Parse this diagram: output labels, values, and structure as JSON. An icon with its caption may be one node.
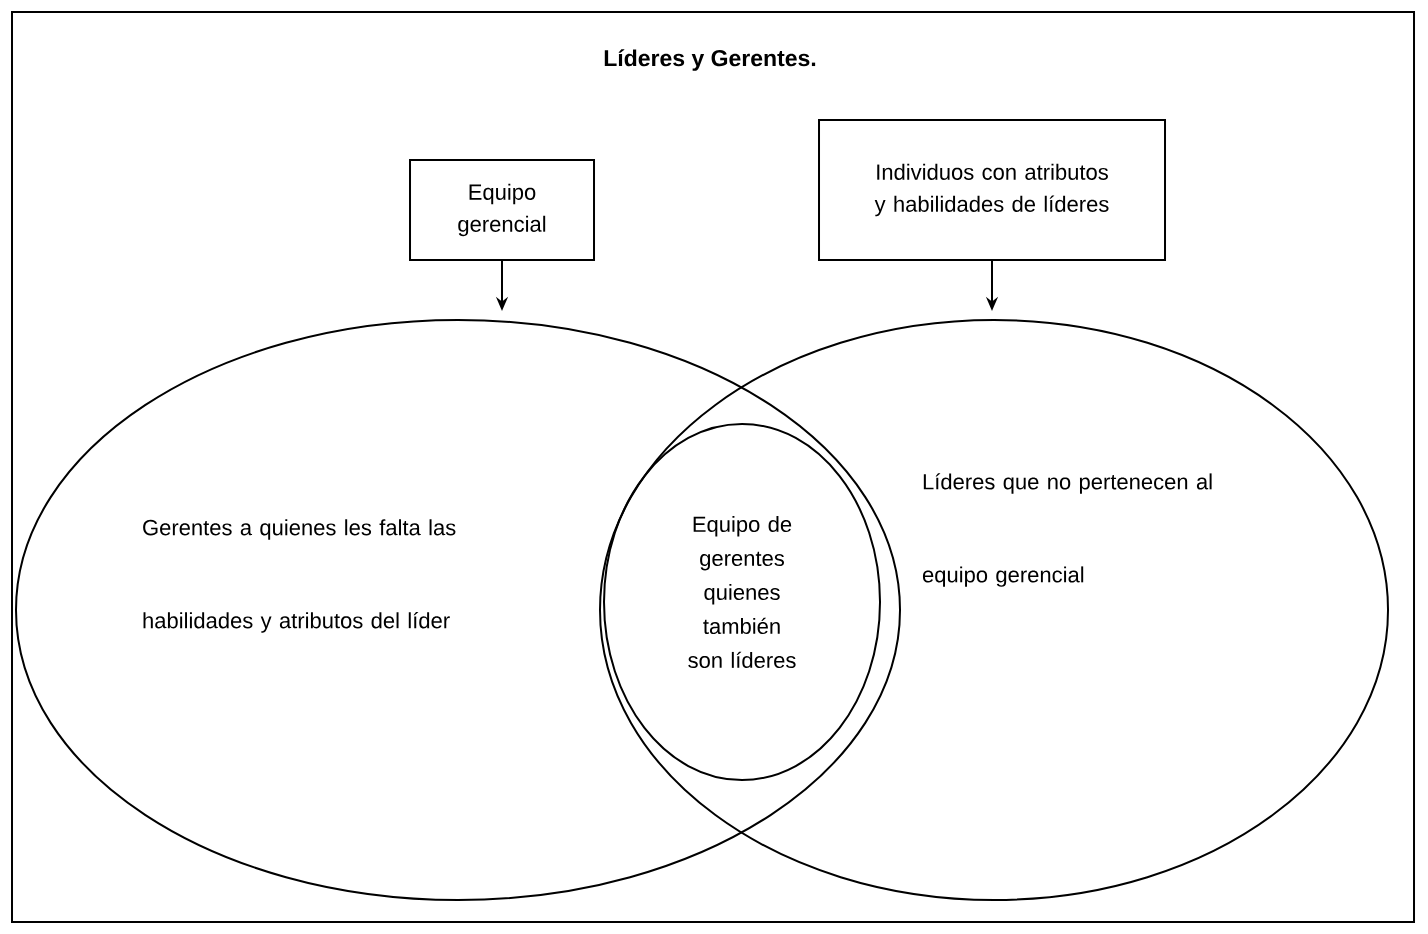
{
  "diagram": {
    "title": "Líderes y Gerentes.",
    "nodes": [
      {
        "text": [
          "Equipo gerencial"
        ]
      },
      {
        "text": [
          "Individuos con atributos y habilidades de líderes"
        ]
      },
      {
        "text": [
          "Gerentes a quienes les falta las habilidades y atributos del líder"
        ]
      },
      {
        "text": [
          "Líderes que no pertenecen al equipo gerencial"
        ]
      },
      {
        "text": [
          "Equipo de gerentes quienes también son líderes"
        ]
      }
    ],
    "edges": [
      {
        "from": 0,
        "to": 2,
        "arrow": "to"
      },
      {
        "from": 1,
        "to": 3,
        "arrow": "to"
      }
    ]
  }
}
